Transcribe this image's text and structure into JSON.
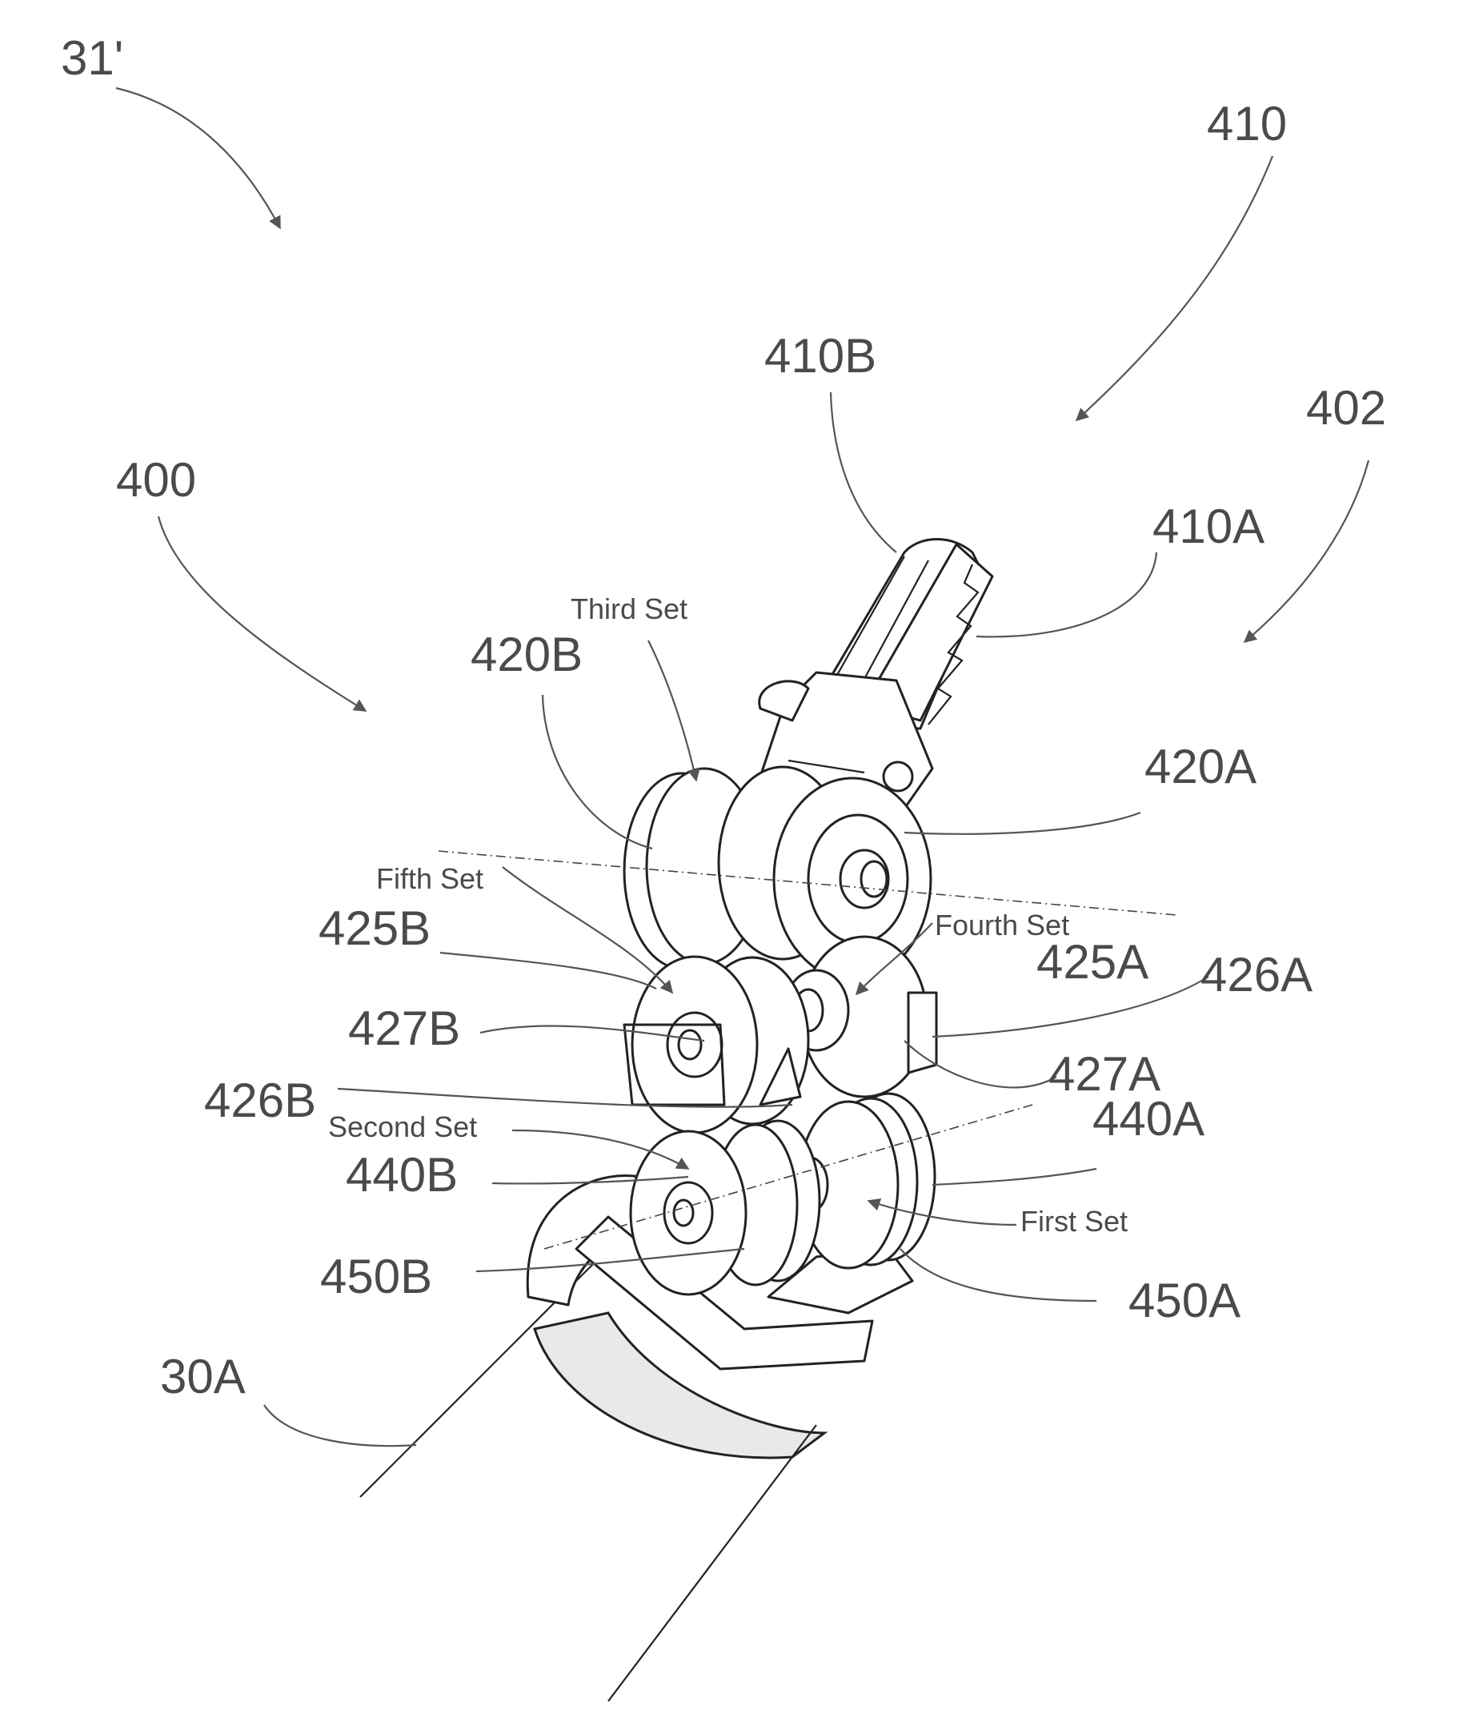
{
  "figure": {
    "reference_labels": [
      "31'",
      "410",
      "410B",
      "402",
      "400",
      "410A",
      "420B",
      "420A",
      "425B",
      "425A",
      "426A",
      "427B",
      "427A",
      "426B",
      "440A",
      "440B",
      "450B",
      "450A",
      "30A"
    ],
    "set_labels": [
      "Third Set",
      "Fifth Set",
      "Fourth Set",
      "Second Set",
      "First Set"
    ]
  }
}
